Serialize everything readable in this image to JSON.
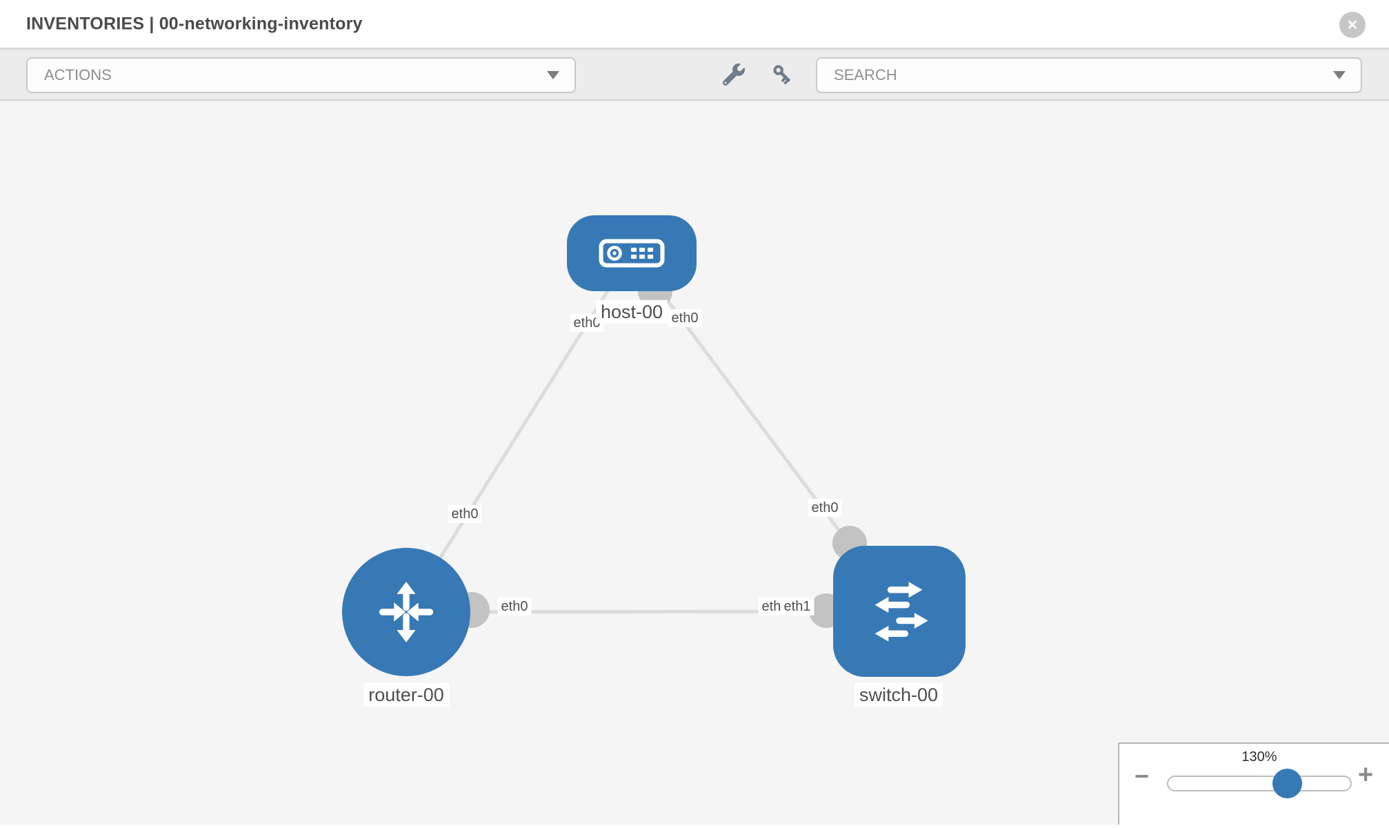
{
  "colors": {
    "node_blue": "#3779b5",
    "link_gray": "#dcdcdc",
    "port_gray": "#c3c3c3",
    "canvas_bg": "#f5f5f5",
    "toolbar_bg": "#ececec"
  },
  "header": {
    "title": "INVENTORIES | 00-networking-inventory",
    "close_icon": "x-circle",
    "close_glyph": "✕"
  },
  "toolbar": {
    "actions_label": "ACTIONS",
    "search_label": "SEARCH",
    "icons": [
      "wrench",
      "key"
    ]
  },
  "topology": {
    "nodes": [
      {
        "id": "host-00",
        "type": "host",
        "label": "host-00"
      },
      {
        "id": "router-00",
        "type": "router",
        "label": "router-00"
      },
      {
        "id": "switch-00",
        "type": "switch",
        "label": "switch-00"
      }
    ],
    "links": [
      {
        "from": "host-00",
        "to": "router-00"
      },
      {
        "from": "host-00",
        "to": "switch-00"
      },
      {
        "from": "router-00",
        "to": "switch-00"
      }
    ],
    "interface_labels": {
      "host_left": "eth0",
      "host_right": "eth0",
      "host_router_link": "eth0",
      "host_switch_link": "eth0",
      "router_side": "eth0",
      "switch_side_back": "eth0",
      "switch_side_front": "eth1"
    }
  },
  "zoom_control": {
    "value": "130%",
    "minus_glyph": "−",
    "plus_glyph": "+"
  }
}
